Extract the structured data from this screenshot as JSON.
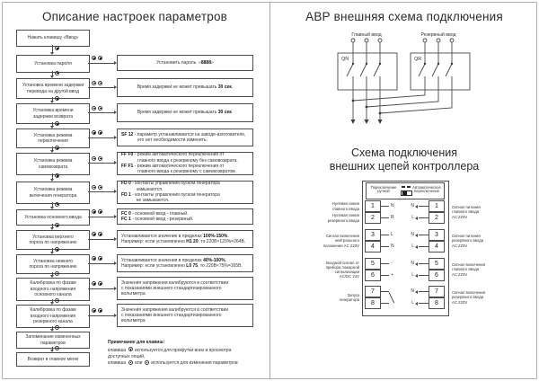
{
  "left": {
    "title": "Описание настроек параметров",
    "flowchart": {
      "rows": [
        {
          "label": "Нажать клавишу «Ввод»"
        },
        {
          "label": "Установка пароля",
          "desc": "Установить пароль  «**8888**»",
          "align": "center"
        },
        {
          "label": "Установка времени задержки\nперевода на другой ввод",
          "desc": "Время задержки не может превышать **30 сек**.",
          "align": "center"
        },
        {
          "label": "Установка времени\nзадержки возврата",
          "desc": "Время задержки не может превышать **30 сек**.",
          "align": "center"
        },
        {
          "label": "Установка режима\nпереключения",
          "desc": "**SF 12** - параметр устанавливается на заводе-изготовителе,\n             его нет необходимости изменять."
        },
        {
          "label": "Установка режима\nсамовозврата",
          "desc": "**FF F0** - режим автоматического переключения от\n             главного ввода к резервному без самовозврата.\n**FF F1** - режим автоматического переключения от\n             главного ввода к резервному с самовозвратом."
        },
        {
          "label": "Установка режима\nвключения генератора",
          "desc": "**FD 0** - контакты управления пуском генератора\n            замыкаются.\n**FD 1** - контакты управления пуском генератора\n            не замыкаются."
        },
        {
          "label": "Установка основного ввода",
          "desc": "**FC 0** - основной ввод - главный.\n**FC 1** - основной ввод - резервный."
        },
        {
          "label": "Установка верхнего\nпорога по напряжению",
          "desc": "Устанавливается значение в пределах **100%-150%**.\nНапример: если установленно **Н1 20**, то 220В×120%=264В."
        },
        {
          "label": "Установка нижнего\nпорога по напряжению",
          "desc": "Устанавливается значения в пределах **40%-100%**.\nНапример: если установленно **L0 75**, то 220В×75%=165В."
        },
        {
          "label": "Калибровка по фазам\nвходного напряжения\nосновного канала",
          "desc": "Значения напряжения калибруются в соответствии\nс показаниями внешнего стандартизированного\nвольтметра"
        },
        {
          "label": "Калибровка по фазам\nвходного напряжения\nрезервного канала",
          "desc": "Значения напряжения калибруются в соответствии\nс показаниями внешнего стандартизированного\nвольтметра"
        },
        {
          "label": "Запоминание измененных\nпараметров"
        },
        {
          "label": "Возврат в главное меню"
        }
      ]
    },
    "note": {
      "heading": "Примечание для клавиш:",
      "part1": "клавиша ",
      "part2": " используется для прокрутки вниз и просмотра доступных опций,",
      "part3": "клавиша ",
      "part4": " или ",
      "part5": " используется для изменения параметров"
    }
  },
  "right": {
    "top_title": "АВР внешняя схема подключения",
    "avr": {
      "main_input": "Главный ввод",
      "reserve_input": "Резервный ввод",
      "qn": "QN",
      "qr": "QR"
    },
    "bottom_title_line1": "Схема подключения",
    "bottom_title_line2": "внешних цепей контроллера",
    "mode_switch": {
      "manual": "Переключение\nручной",
      "auto": "Автоматическое\nпереключение"
    },
    "terminals": {
      "left_groups": [
        {
          "label": "Нулевая линия\nглавного ввода",
          "rows": [
            {
              "num": "1",
              "wire": "N"
            }
          ]
        },
        {
          "label": "Нулевая линия\nрезервного ввода",
          "rows": [
            {
              "num": "2",
              "wire": "R"
            }
          ]
        },
        {
          "label": "Сигнал включения\nнейтрального\nположения AC 220V",
          "rows": [
            {
              "num": "3",
              "wire": "L"
            },
            {
              "num": "4",
              "wire": "N"
            }
          ]
        },
        {
          "label": "Входной сигнал от\nприбора пожарной\nсигнализации\nAC/DC 24V",
          "rows": [
            {
              "num": "5",
              "wire": "-"
            },
            {
              "num": "6",
              "wire": "+"
            }
          ]
        },
        {
          "label": "Запуск\nгенератора",
          "switch": true,
          "rows": [
            {
              "num": "7",
              "wire": ""
            },
            {
              "num": "8",
              "wire": ""
            }
          ]
        }
      ],
      "right_groups": [
        {
          "label": "Сигнал питания\nглавного ввода\nAC 220V",
          "rows": [
            {
              "num": "1",
              "wire": "N"
            },
            {
              "num": "2",
              "wire": "L"
            }
          ]
        },
        {
          "label": "Сигнал питания\nрезервного ввода\nAC 220V",
          "rows": [
            {
              "num": "3",
              "wire": "N"
            },
            {
              "num": "4",
              "wire": "L"
            }
          ]
        },
        {
          "label": "Сигнал включения\nглавного ввода\nAC 220V",
          "rows": [
            {
              "num": "5",
              "wire": "N"
            },
            {
              "num": "6",
              "wire": "L"
            }
          ]
        },
        {
          "label": "Сигнал включения\nрезервного ввода\nAC 220V",
          "rows": [
            {
              "num": "7",
              "wire": "N"
            },
            {
              "num": "8",
              "wire": "L"
            }
          ]
        }
      ]
    }
  }
}
